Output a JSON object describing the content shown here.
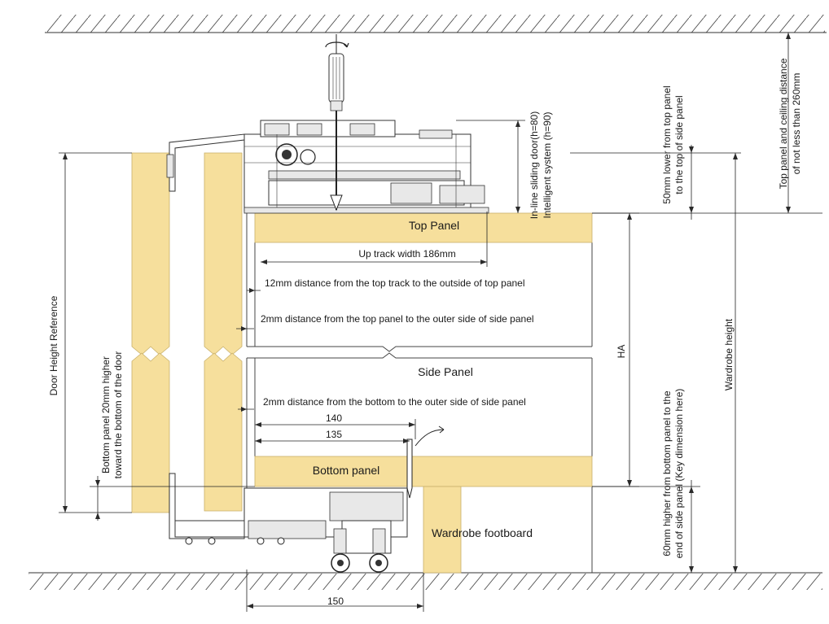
{
  "colors": {
    "wood": "#f6df9c",
    "wood_edge": "#c9b06a",
    "line": "#222222"
  },
  "labels": {
    "top_panel": "Top Panel",
    "bottom_panel": "Bottom panel",
    "side_panel": "Side Panel",
    "wardrobe_footboard": "Wardrobe footboard",
    "up_track_width": "Up track width 186mm",
    "dist_12mm": "12mm distance from the top track to the outside of top panel",
    "dist_2mm_top": "2mm distance from the top panel to the outer side of side panel",
    "dist_2mm_bottom": "2mm distance from the bottom to the outer side of side panel",
    "dim_140": "140",
    "dim_135": "135",
    "dim_150": "150",
    "ha": "HA",
    "wardrobe_height": "Wardrobe height",
    "door_height_reference": "Door Height Reference",
    "bottom_panel_20mm_line1": "Bottom panel 20mm higher",
    "bottom_panel_20mm_line2": "toward the bottom of the door",
    "inline_sliding_line1": "In-line sliding door(h=80)",
    "inline_sliding_line2": "Intelligent system (h=90)",
    "lower_50mm_line1": "50mm lower from top panel",
    "lower_50mm_line2": "to the top of side panel",
    "ceiling_line1": "Top panel and ceiling distance",
    "ceiling_line2": "of not less than 260mm",
    "higher_60mm_line1": "60mm higher from bottom panel to the",
    "higher_60mm_line2": "end of side panel (Key dimension here)"
  }
}
